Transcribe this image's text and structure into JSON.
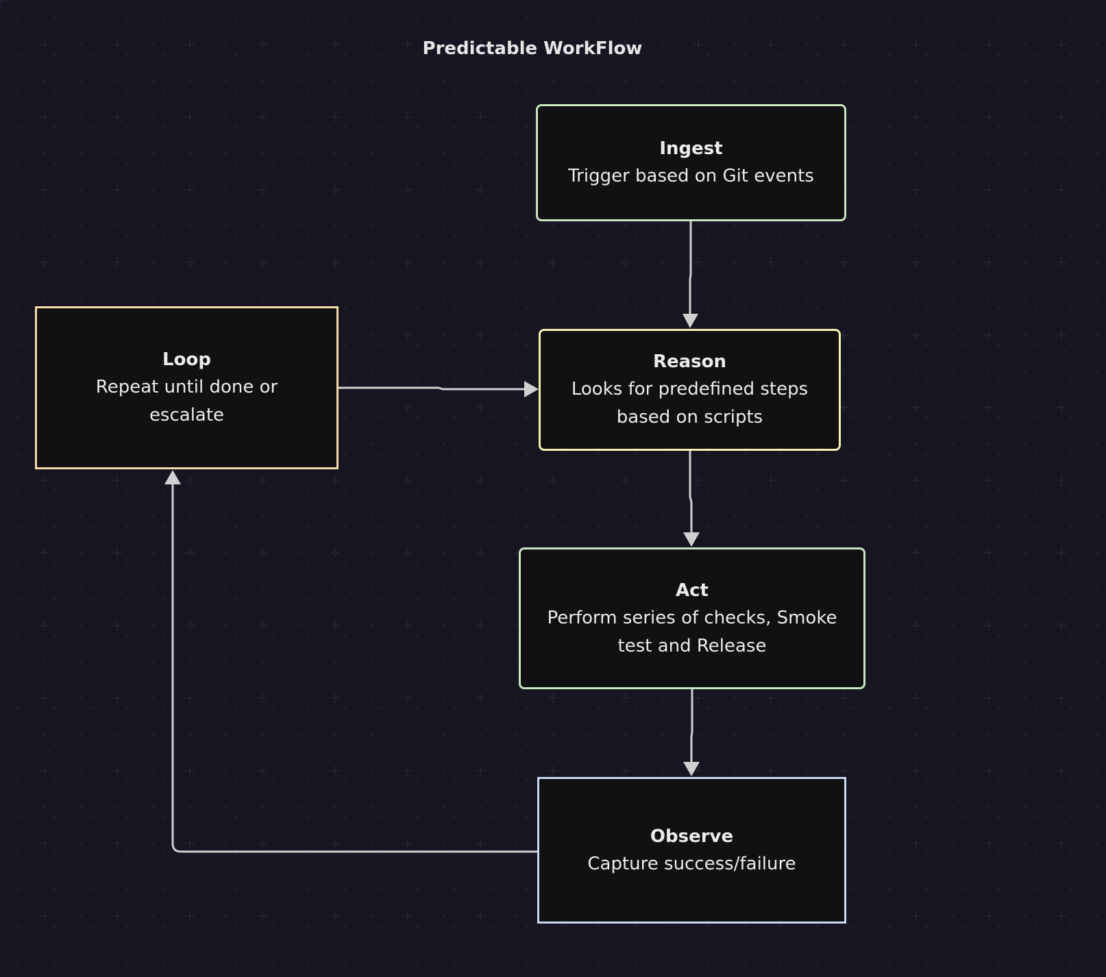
{
  "title": "Predictable WorkFlow",
  "colors": {
    "background": "#161521",
    "node_fill": "#111113",
    "edge": "#d0d0d0",
    "text": "#ececec"
  },
  "nodes": {
    "ingest": {
      "title": "Ingest",
      "description": "Trigger based on Git events",
      "border_color": "#c8e6c0"
    },
    "reason": {
      "title": "Reason",
      "description": "Looks for predefined steps based on scripts",
      "border_color": "#f6f1b0"
    },
    "act": {
      "title": "Act",
      "description": "Perform series of checks, Smoke test and Release",
      "border_color": "#c8e6c0"
    },
    "observe": {
      "title": "Observe",
      "description": "Capture success/failure",
      "border_color": "#c8daf5"
    },
    "loop": {
      "title": "Loop",
      "description": "Repeat until done or escalate",
      "border_color": "#f6dca8"
    }
  },
  "edges": [
    {
      "from": "ingest",
      "to": "reason"
    },
    {
      "from": "reason",
      "to": "act"
    },
    {
      "from": "act",
      "to": "observe"
    },
    {
      "from": "observe",
      "to": "loop"
    },
    {
      "from": "loop",
      "to": "reason"
    }
  ]
}
